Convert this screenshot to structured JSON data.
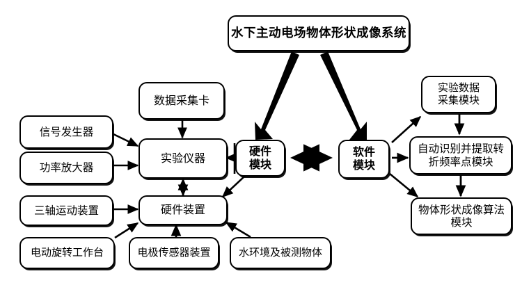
{
  "diagram": {
    "title_node": {
      "id": "system-title",
      "label": "水下主动电场物体形状成像系统"
    },
    "modules": [
      {
        "id": "hardware-module",
        "label": "硬件\n模块"
      },
      {
        "id": "software-module",
        "label": "软件\n模块"
      }
    ],
    "hardware_branch": {
      "instrument": {
        "id": "experiment-instrument",
        "label": "实验仪器"
      },
      "device": {
        "id": "hardware-device",
        "label": "硬件装置"
      },
      "instrument_inputs": [
        {
          "id": "data-acquisition-card",
          "label": "数据采集卡"
        },
        {
          "id": "signal-generator",
          "label": "信号发生器"
        },
        {
          "id": "power-amplifier",
          "label": "功率放大器"
        }
      ],
      "device_inputs": [
        {
          "id": "three-axis-motion-device",
          "label": "三轴运动装置"
        },
        {
          "id": "motorized-rotary-stage",
          "label": "电动旋转工作台"
        },
        {
          "id": "electrode-sensor-device",
          "label": "电极传感器装置"
        },
        {
          "id": "water-environment-object",
          "label": "水环境及被测物体"
        }
      ]
    },
    "software_branch": [
      {
        "id": "experiment-data-acquisition-module",
        "label": "实验数据\n采集模块"
      },
      {
        "id": "auto-identify-extract-corner-frequency-module",
        "label": "自动识别并提取转\n折频率点模块"
      },
      {
        "id": "object-shape-imaging-algorithm-module",
        "label": "物体形状成像算法\n模块"
      }
    ],
    "edges": [
      {
        "id": "title-to-hardware",
        "from": "system-title",
        "to": "hardware-module",
        "style": "thick"
      },
      {
        "id": "title-to-software",
        "from": "system-title",
        "to": "software-module",
        "style": "thick"
      },
      {
        "id": "hardware-to-software",
        "from": "hardware-module",
        "to": "software-module",
        "style": "double"
      },
      {
        "id": "hardware-to-instrument",
        "from": "hardware-module",
        "to": "experiment-instrument",
        "style": "single"
      },
      {
        "id": "hardware-to-device",
        "from": "hardware-module",
        "to": "hardware-device",
        "style": "single"
      },
      {
        "id": "instrument-to-device",
        "from": "experiment-instrument",
        "to": "hardware-device",
        "style": "double-vertical"
      },
      {
        "id": "card-to-instrument",
        "from": "data-acquisition-card",
        "to": "experiment-instrument",
        "style": "single"
      },
      {
        "id": "generator-to-instrument",
        "from": "signal-generator",
        "to": "experiment-instrument",
        "style": "single"
      },
      {
        "id": "amplifier-to-instrument",
        "from": "power-amplifier",
        "to": "experiment-instrument",
        "style": "single"
      },
      {
        "id": "motion-to-device",
        "from": "three-axis-motion-device",
        "to": "hardware-device",
        "style": "single"
      },
      {
        "id": "rotary-to-device",
        "from": "motorized-rotary-stage",
        "to": "hardware-device",
        "style": "single"
      },
      {
        "id": "electrode-to-device",
        "from": "electrode-sensor-device",
        "to": "hardware-device",
        "style": "single"
      },
      {
        "id": "water-to-device",
        "from": "water-environment-object",
        "to": "hardware-device",
        "style": "single"
      },
      {
        "id": "software-to-data-acq",
        "from": "software-module",
        "to": "experiment-data-acquisition-module",
        "style": "single"
      },
      {
        "id": "software-to-auto-identify",
        "from": "software-module",
        "to": "auto-identify-extract-corner-frequency-module",
        "style": "single"
      },
      {
        "id": "software-to-imaging",
        "from": "software-module",
        "to": "object-shape-imaging-algorithm-module",
        "style": "single"
      },
      {
        "id": "data-acq-to-auto-identify",
        "from": "experiment-data-acquisition-module",
        "to": "auto-identify-extract-corner-frequency-module",
        "style": "single"
      },
      {
        "id": "auto-identify-to-imaging",
        "from": "auto-identify-extract-corner-frequency-module",
        "to": "object-shape-imaging-algorithm-module",
        "style": "single"
      }
    ],
    "colors": {
      "stroke": "#000000",
      "background": "#ffffff",
      "text": "#000000"
    }
  }
}
